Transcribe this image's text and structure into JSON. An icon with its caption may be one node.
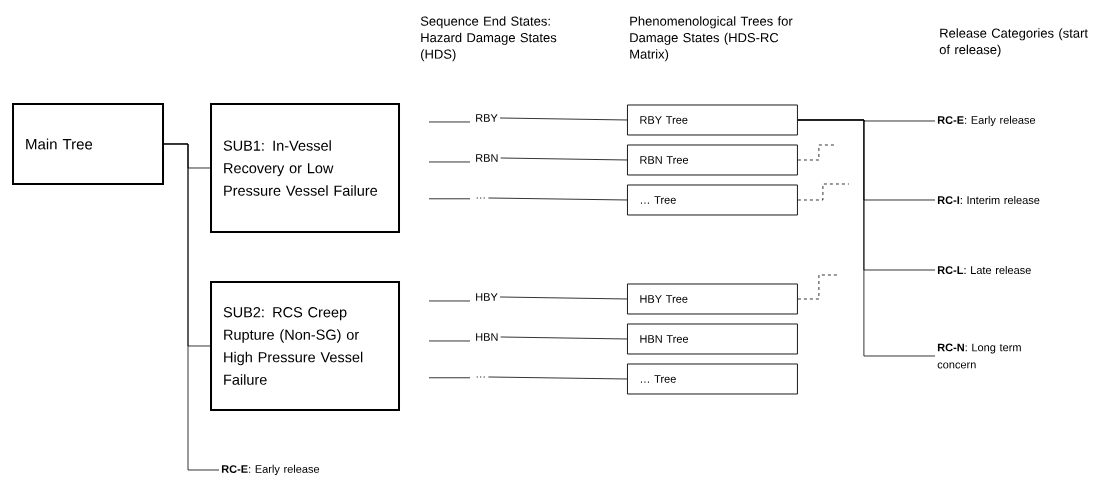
{
  "diagram": {
    "nodes": [
      {
        "text": [
          "Main Tree"
        ]
      },
      {
        "text": [
          "SUB1: In-Vessel Recovery or Low Pressure Vessel Failure"
        ]
      },
      {
        "text": [
          "SUB2: RCS Creep Rupture (Non-SG) or High Pressure Vessel Failure"
        ]
      },
      {
        "text": [
          "**RC-E**: Early release"
        ]
      },
      {
        "text": [
          "RBY"
        ]
      },
      {
        "text": [
          "RBN"
        ]
      },
      {
        "text": [
          "…"
        ]
      },
      {
        "text": [
          "HBY"
        ]
      },
      {
        "text": [
          "HBN"
        ]
      },
      {
        "text": [
          "…"
        ]
      },
      {
        "text": [
          "RBY Tree"
        ]
      },
      {
        "text": [
          "RBN Tree"
        ]
      },
      {
        "text": [
          "… Tree"
        ]
      },
      {
        "text": [
          "HBY Tree"
        ]
      },
      {
        "text": [
          "HBN Tree"
        ]
      },
      {
        "text": [
          "… Tree"
        ]
      },
      {
        "text": [
          "**RC-E**: Early release"
        ]
      },
      {
        "text": [
          "**RC-I**: Interim release"
        ]
      },
      {
        "text": [
          "**RC-L**: Late release"
        ]
      },
      {
        "text": [
          "**RC-N**: Long term concern"
        ]
      }
    ],
    "edges": [
      {
        "from": 0,
        "to": 1,
        "arrow": "none"
      },
      {
        "from": 0,
        "to": 2,
        "arrow": "none"
      },
      {
        "from": 0,
        "to": 3,
        "arrow": "none"
      },
      {
        "from": null,
        "to": 4,
        "arrow": "none"
      },
      {
        "from": null,
        "to": 5,
        "arrow": "none"
      },
      {
        "from": null,
        "to": 6,
        "arrow": "none"
      },
      {
        "from": null,
        "to": 7,
        "arrow": "none"
      },
      {
        "from": null,
        "to": 8,
        "arrow": "none"
      },
      {
        "from": null,
        "to": 9,
        "arrow": "none"
      },
      {
        "from": 4,
        "to": 10,
        "arrow": "none"
      },
      {
        "from": 5,
        "to": 11,
        "arrow": "none"
      },
      {
        "from": 6,
        "to": 12,
        "arrow": "none"
      },
      {
        "from": 7,
        "to": 13,
        "arrow": "none"
      },
      {
        "from": 8,
        "to": 14,
        "arrow": "none"
      },
      {
        "from": 9,
        "to": 15,
        "arrow": "none"
      },
      {
        "from": 10,
        "to": 16,
        "arrow": "none"
      },
      {
        "from": 10,
        "to": 17,
        "arrow": "none"
      },
      {
        "from": 10,
        "to": 18,
        "arrow": "none"
      },
      {
        "from": 10,
        "to": 19,
        "arrow": "none"
      },
      {
        "from": 11,
        "to": null,
        "arrow": "none",
        "style": "dashed"
      },
      {
        "from": 12,
        "to": null,
        "arrow": "none",
        "style": "dashed"
      },
      {
        "from": 13,
        "to": null,
        "arrow": "none",
        "style": "dashed"
      }
    ],
    "labels": [
      "Sequence End States: Hazard Damage States (HDS)",
      "Phenomenological Trees for Damage States (HDS-RC Matrix)",
      "Release Categories (start of release)"
    ]
  }
}
